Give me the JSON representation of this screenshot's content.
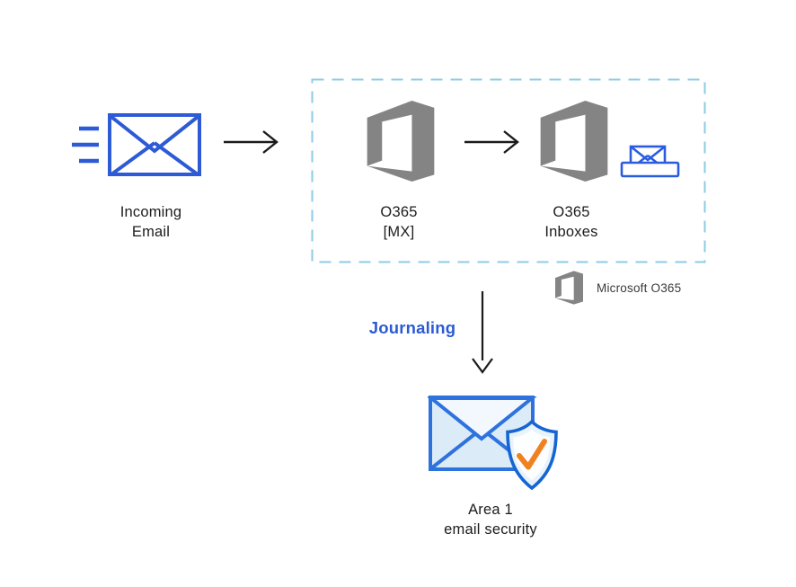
{
  "diagram": {
    "title_hint": "Email flow: Incoming Email to O365 to Area 1 email security via journaling",
    "incoming_email": {
      "line1": "Incoming",
      "line2": "Email"
    },
    "o365_mx": {
      "line1": "O365",
      "line2": "[MX]"
    },
    "o365_inboxes": {
      "line1": "O365",
      "line2": "Inboxes"
    },
    "journaling_label": "Journaling",
    "legend_label": "Microsoft O365",
    "area1": {
      "line1": "Area 1",
      "line2": "email security"
    }
  },
  "icons": {
    "incoming_email": "envelope-with-speed-lines-icon",
    "o365_mx": "office365-logo-icon",
    "o365_inboxes": "office365-logo-icon",
    "inbox": "inbox-tray-envelope-icon",
    "legend": "office365-logo-icon",
    "area1": "envelope-shield-check-icon"
  },
  "colors": {
    "envelope_blue": "#2d5ad5",
    "area1_envelope_stroke": "#2e72dd",
    "area1_envelope_fill": "#dcebf8",
    "area1_flap_fill": "#f2f8fd",
    "shield_stroke": "#1565d3",
    "shield_fill": "#e9f3fb",
    "check_orange": "#f08121",
    "o365_gray": "#848484",
    "dashed_border": "#8ccbe5",
    "journaling_blue": "#2b5ad4",
    "arrow_black": "#1a1a1a",
    "label_text": "#1c1c1c"
  }
}
